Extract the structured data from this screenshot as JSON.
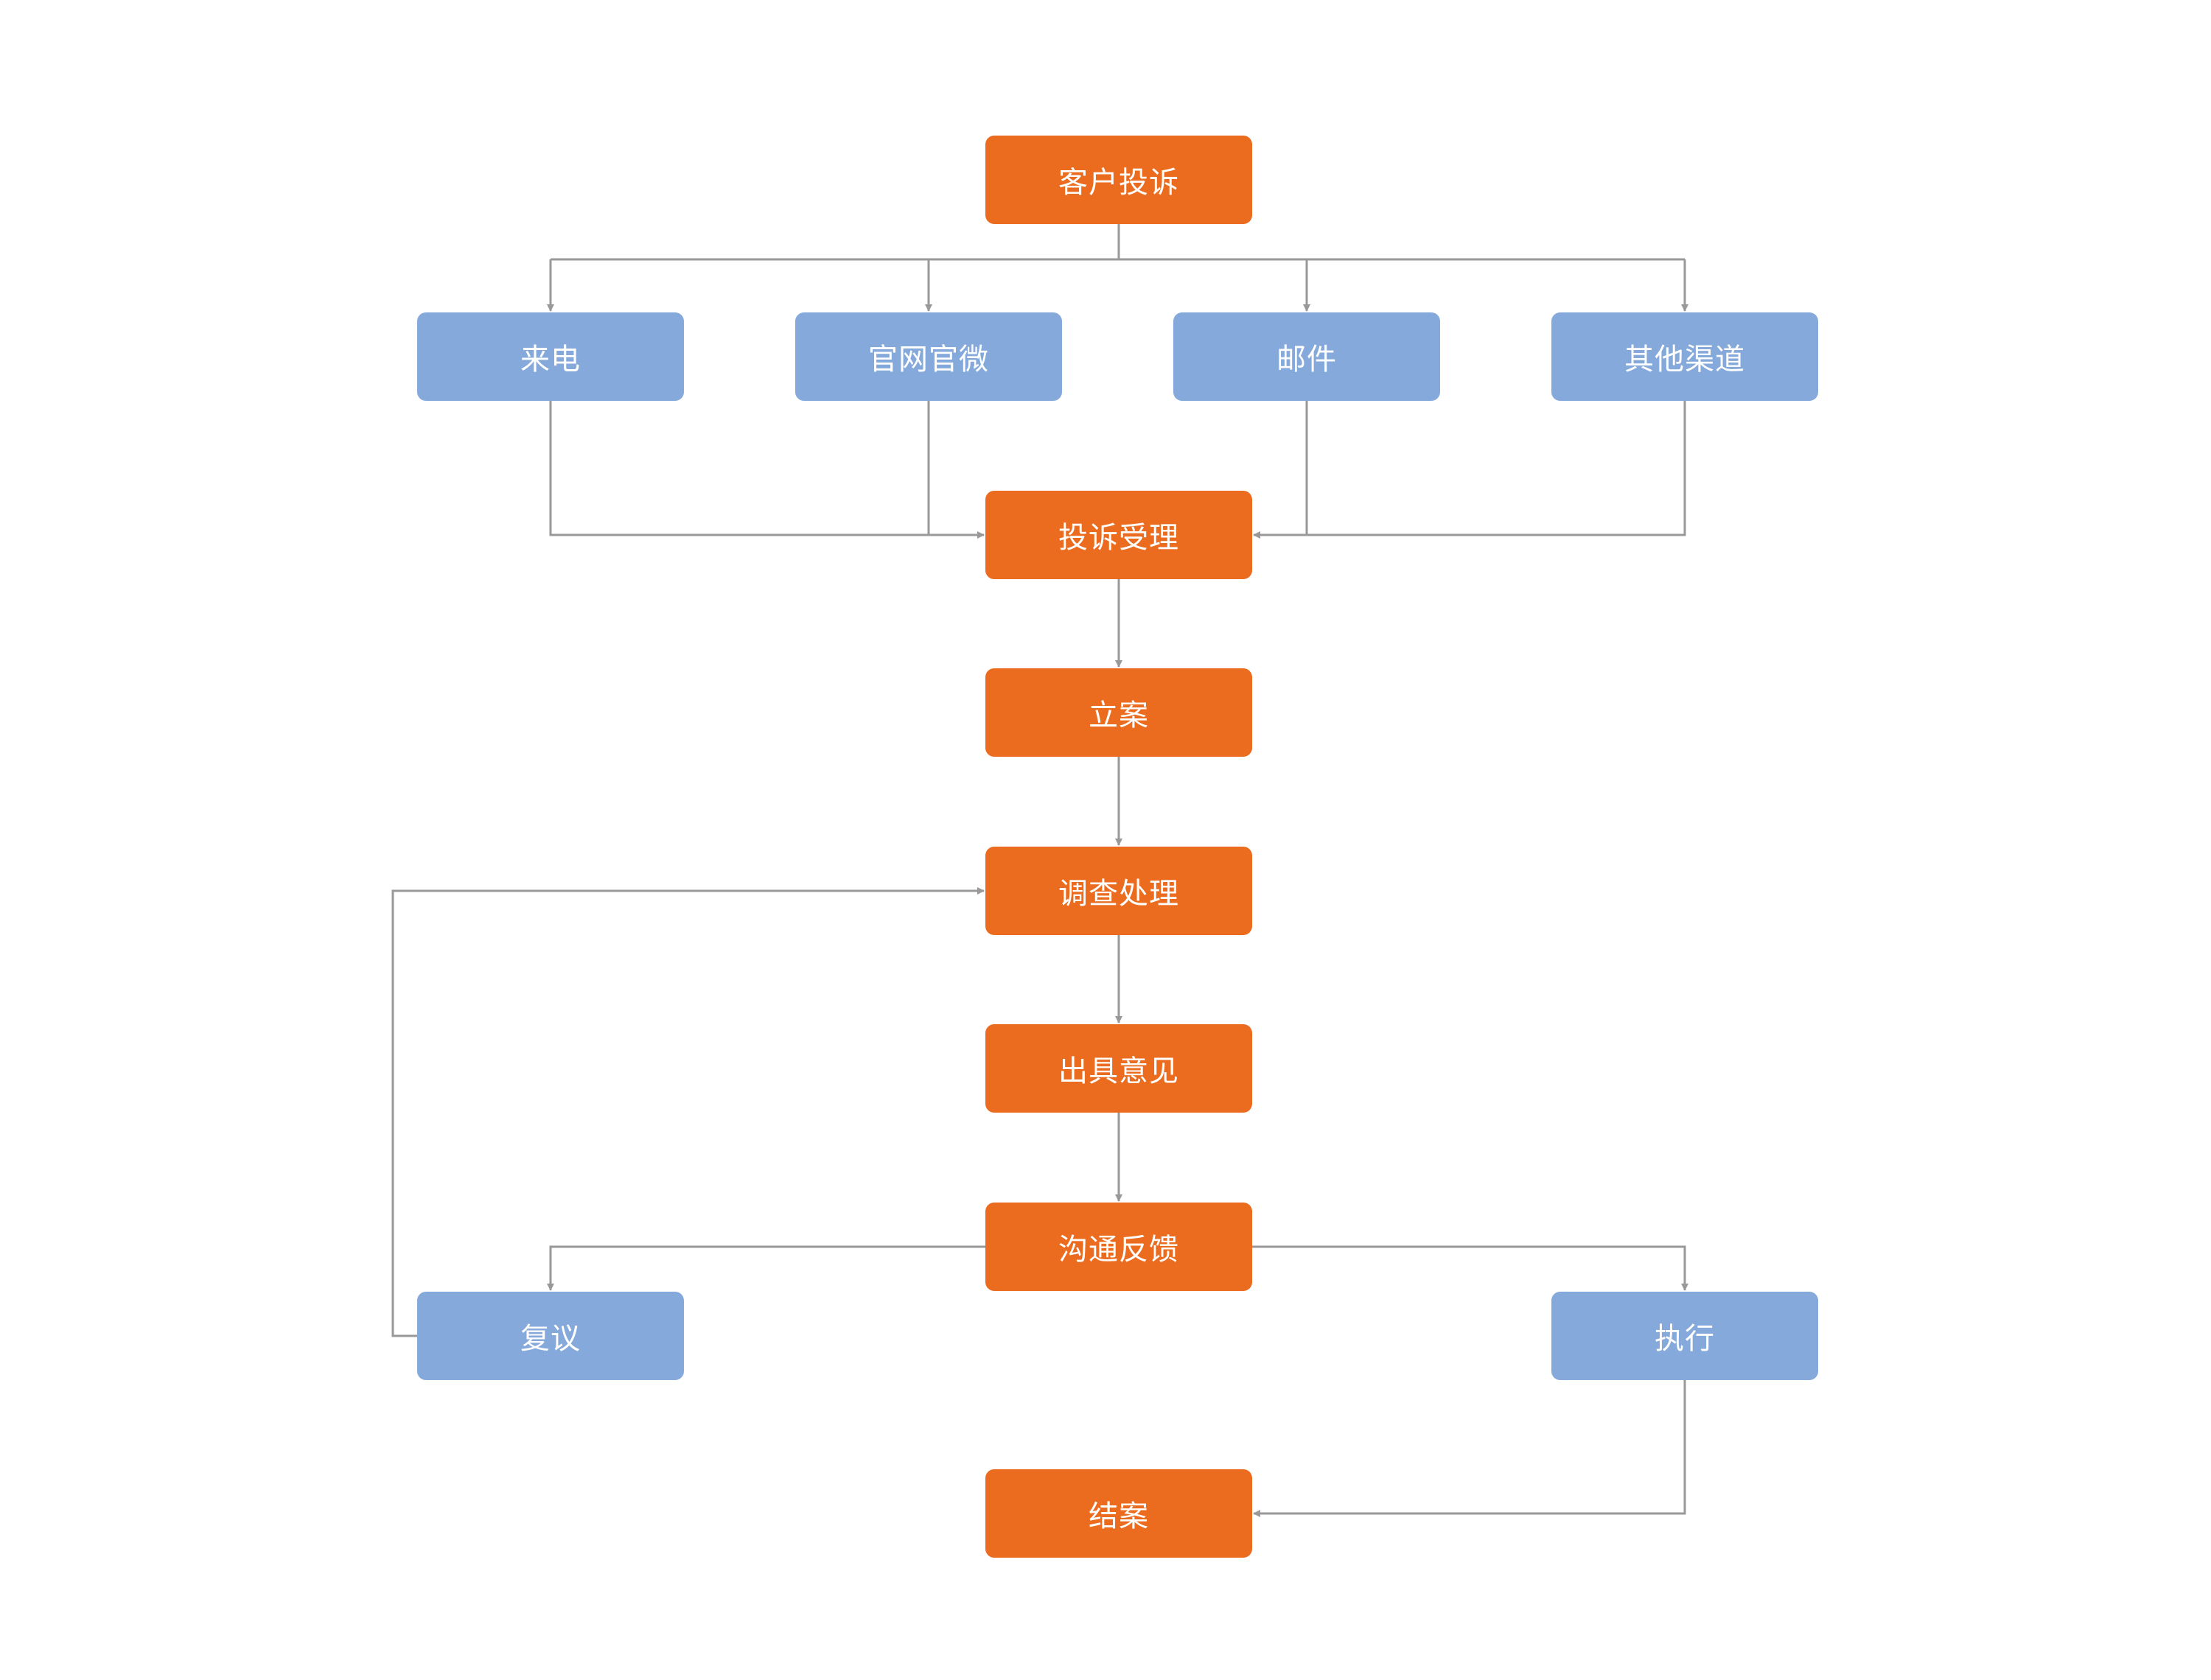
{
  "diagram": {
    "colors": {
      "primary": "#ec6c1f",
      "secondary": "#84a9da",
      "connector": "#999999"
    },
    "nodes": {
      "complaint": "客户投诉",
      "phone": "来电",
      "web": "官网官微",
      "mail": "邮件",
      "other": "其他渠道",
      "accept": "投诉受理",
      "file": "立案",
      "investigate": "调查处理",
      "opinion": "出具意见",
      "feedback": "沟通反馈",
      "review": "复议",
      "execute": "执行",
      "close": "结案"
    }
  }
}
